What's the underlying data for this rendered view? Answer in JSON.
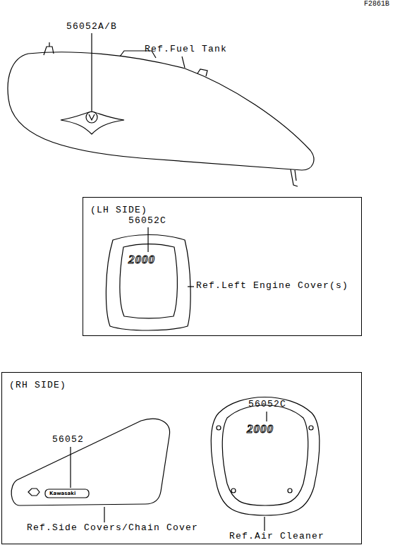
{
  "diagram": {
    "nodes": [
      {
        "text": [
          "(LH SIDE)"
        ]
      },
      {
        "text": [
          "(RH SIDE)"
        ]
      }
    ],
    "labels": [
      "F2861B",
      "56052A/B",
      "Ref.Fuel Tank",
      "56052C",
      "2000",
      "Ref.Left Engine Cover(s)",
      "56052",
      "Kawasaki",
      "56052C",
      "2000",
      "Ref.Side Covers/Chain Cover",
      "Ref.Air Cleaner"
    ]
  }
}
